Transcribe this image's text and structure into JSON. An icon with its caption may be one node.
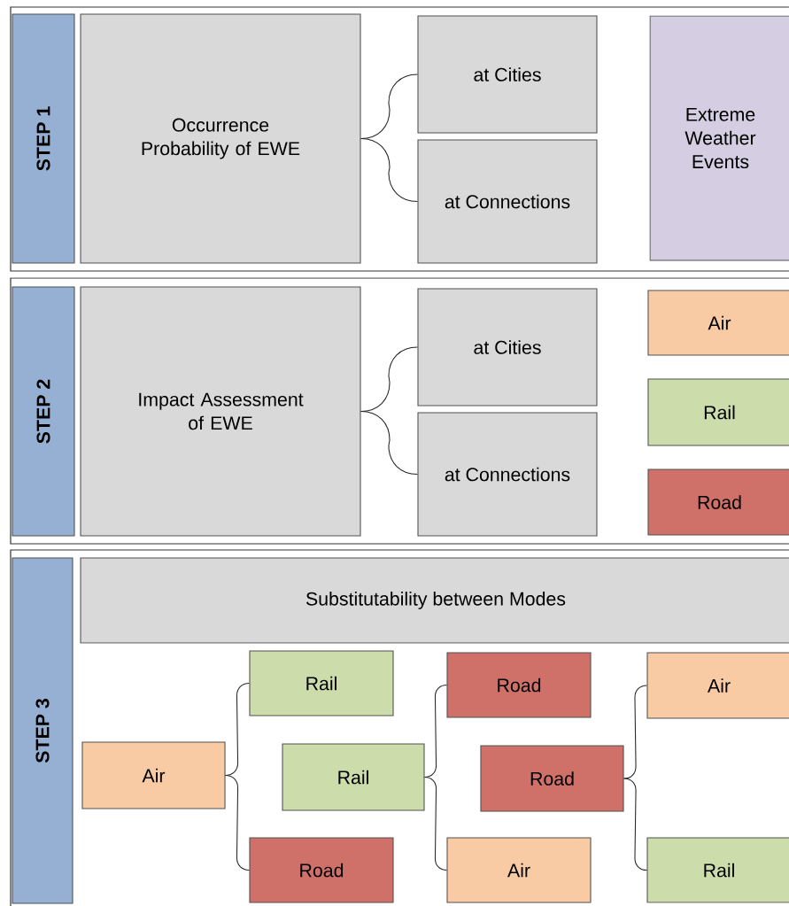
{
  "diagram": {
    "nodes": [
      {
        "text": [
          "STEP 1"
        ]
      },
      {
        "text": [
          "Occurrence Probability of EWE"
        ]
      },
      {
        "text": [
          "at Cities"
        ]
      },
      {
        "text": [
          "at Connections"
        ]
      },
      {
        "text": [
          "Extreme Weather Events"
        ]
      },
      {
        "text": [
          "STEP 2"
        ]
      },
      {
        "text": [
          "Impact Assessment of EWE"
        ]
      },
      {
        "text": [
          "at Cities"
        ]
      },
      {
        "text": [
          "at Connections"
        ]
      },
      {
        "text": [
          "Air"
        ]
      },
      {
        "text": [
          "Rail"
        ]
      },
      {
        "text": [
          "Road"
        ]
      },
      {
        "text": [
          "STEP 3"
        ]
      },
      {
        "text": [
          "Substitutability between Modes"
        ]
      },
      {
        "text": [
          "Air"
        ]
      },
      {
        "text": [
          "Rail"
        ]
      },
      {
        "text": [
          "Road"
        ]
      },
      {
        "text": [
          "Rail"
        ]
      },
      {
        "text": [
          "Road"
        ]
      },
      {
        "text": [
          "Air"
        ]
      },
      {
        "text": [
          "Road"
        ]
      },
      {
        "text": [
          "Air"
        ]
      },
      {
        "text": [
          "Rail"
        ]
      }
    ],
    "edges": [
      {
        "from": 1,
        "to": 2,
        "arrow": "none"
      },
      {
        "from": 1,
        "to": 3,
        "arrow": "none"
      },
      {
        "from": 6,
        "to": 7,
        "arrow": "none"
      },
      {
        "from": 6,
        "to": 8,
        "arrow": "none"
      },
      {
        "from": 14,
        "to": 15,
        "arrow": "none"
      },
      {
        "from": 14,
        "to": 16,
        "arrow": "none"
      },
      {
        "from": 17,
        "to": 18,
        "arrow": "none"
      },
      {
        "from": 17,
        "to": 19,
        "arrow": "none"
      },
      {
        "from": 20,
        "to": 21,
        "arrow": "none"
      },
      {
        "from": 20,
        "to": 22,
        "arrow": "none"
      }
    ]
  }
}
